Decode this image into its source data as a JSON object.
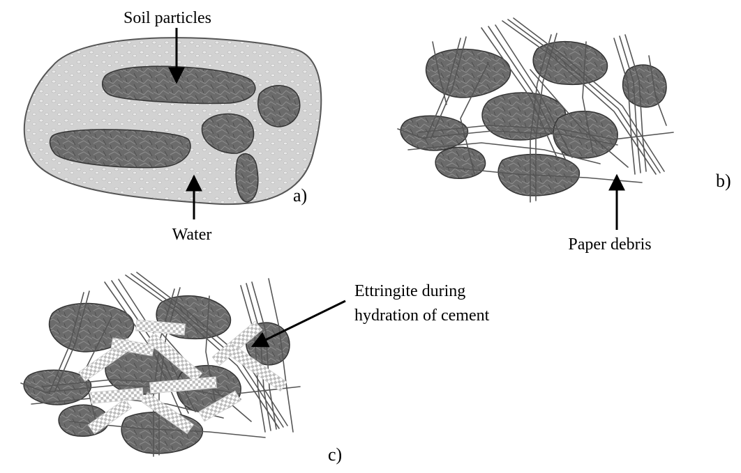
{
  "panels": {
    "a": {
      "panel_label": "a)",
      "callouts": {
        "soil": "Soil particles",
        "water": "Water"
      }
    },
    "b": {
      "panel_label": "b)",
      "callouts": {
        "paper": "Paper debris"
      }
    },
    "c": {
      "panel_label": "c)",
      "callouts": {
        "ettringite_line1": "Ettringite during",
        "ettringite_line2": "hydration of cement"
      }
    }
  },
  "colors": {
    "water_fill": "#cfcfcf",
    "particle_fill": "#6e6e6e",
    "fiber_stroke": "#555555",
    "ettringite": "#ffffff"
  }
}
